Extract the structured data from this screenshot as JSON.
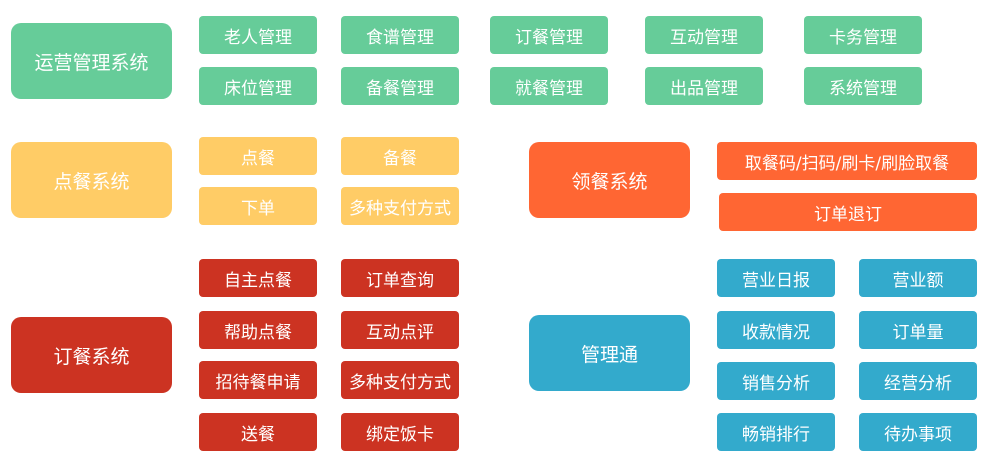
{
  "colors": {
    "operations": "#66cc99",
    "ordering": "#ffcc66",
    "pickup": "#ff6633",
    "booking": "#cc3322",
    "management": "#33aacc"
  },
  "operations": {
    "title": "运营管理系统",
    "modules": [
      "老人管理",
      "食谱管理",
      "订餐管理",
      "互动管理",
      "卡务管理",
      "床位管理",
      "备餐管理",
      "就餐管理",
      "出品管理",
      "系统管理"
    ]
  },
  "ordering": {
    "title": "点餐系统",
    "modules": [
      "点餐",
      "备餐",
      "下单",
      "多种支付方式"
    ]
  },
  "pickup": {
    "title": "领餐系统",
    "modules": [
      "取餐码/扫码/刷卡/刷脸取餐",
      "订单退订"
    ]
  },
  "booking": {
    "title": "订餐系统",
    "modules": [
      "自主点餐",
      "订单查询",
      "帮助点餐",
      "互动点评",
      "招待餐申请",
      "多种支付方式",
      "送餐",
      "绑定饭卡"
    ]
  },
  "management": {
    "title": "管理通",
    "modules": [
      "营业日报",
      "营业额",
      "收款情况",
      "订单量",
      "销售分析",
      "经营分析",
      "畅销排行",
      "待办事项"
    ]
  }
}
